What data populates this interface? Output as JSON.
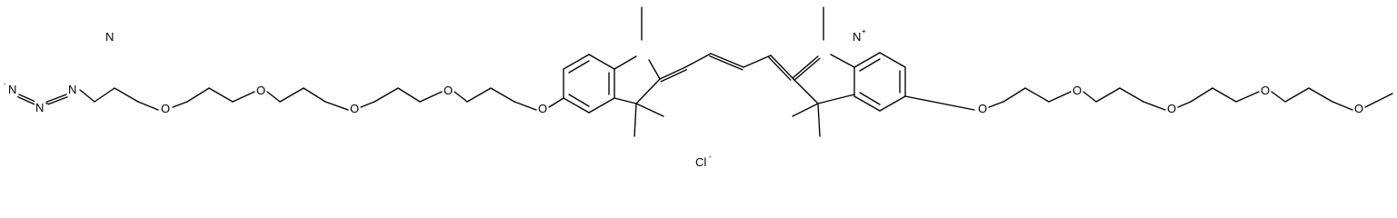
{
  "labels": {
    "azide_n_terminal": "N",
    "azide_n_terminal_charge": "-",
    "azide_n_middle": "N",
    "azide_n_middle_charge": "+",
    "azide_n_inner": "N",
    "oxygen": "O",
    "indoline_nitrogen": "N",
    "indolium_nitrogen": "N",
    "indolium_charge": "+",
    "chloride": "Cl",
    "chloride_charge": "-"
  }
}
